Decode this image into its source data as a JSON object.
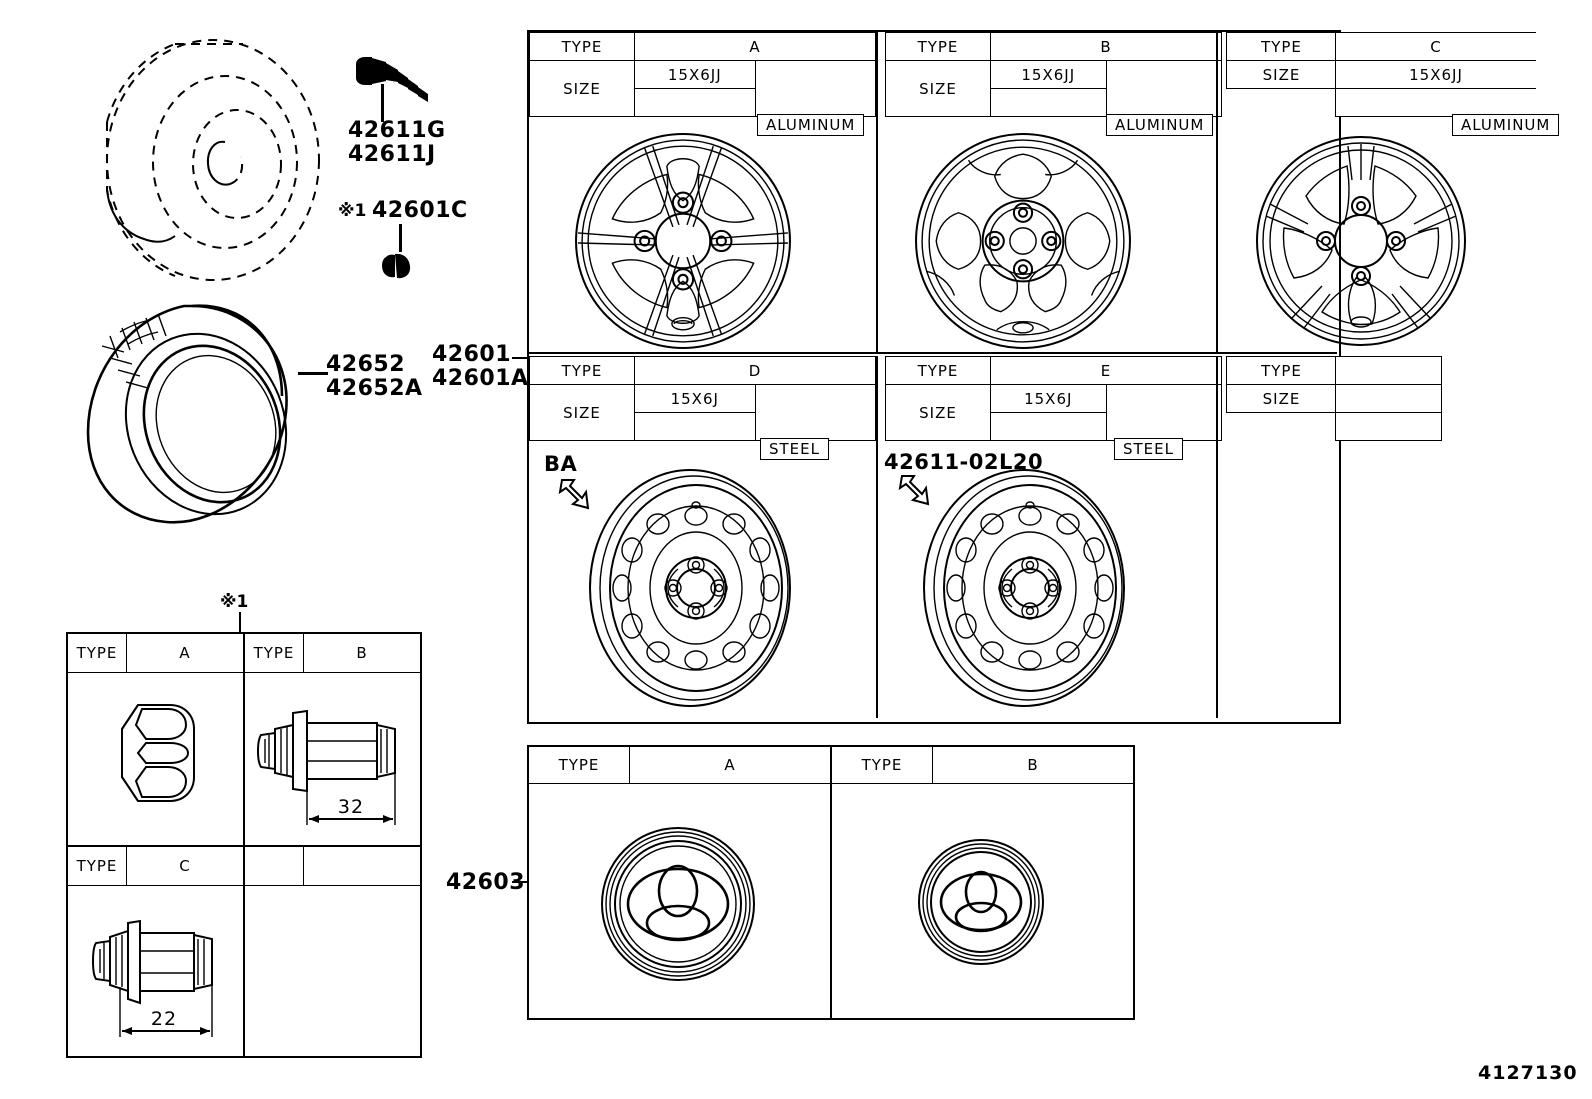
{
  "diagram": {
    "id_label": "4127130",
    "reference_marker": "※1"
  },
  "callouts": {
    "valve_42611G": "42611G",
    "valve_42611J": "42611J",
    "cap_marker": "※1",
    "cap_42601C": "42601C",
    "tire_42652": "42652",
    "tire_42652A": "42652A",
    "wheel_42601": "42601",
    "wheel_42601A": "42601A",
    "steel_wheel_pn": "42611-02L20",
    "arrow_ba": "BA",
    "cap_42603": "42603"
  },
  "labels": {
    "type": "TYPE",
    "size": "SIZE",
    "aluminum": "ALUMINUM",
    "steel": "STEEL"
  },
  "wheel_table": {
    "rows": [
      {
        "cells": [
          {
            "type_label": "TYPE",
            "type_value": "A",
            "size_label": "SIZE",
            "size_value": "15X6JJ",
            "material": "ALUMINUM",
            "wheel_style": "alloy-5spoke"
          },
          {
            "type_label": "TYPE",
            "type_value": "B",
            "size_label": "SIZE",
            "size_value": "15X6JJ",
            "material": "ALUMINUM",
            "wheel_style": "alloy-5hole"
          },
          {
            "type_label": "TYPE",
            "type_value": "C",
            "size_label": "SIZE",
            "size_value": "15X6JJ",
            "material": "ALUMINUM",
            "wheel_style": "alloy-6spoke"
          }
        ]
      },
      {
        "cells": [
          {
            "type_label": "TYPE",
            "type_value": "D",
            "size_label": "SIZE",
            "size_value": "15X6J",
            "material": "STEEL",
            "wheel_style": "steel",
            "arrow_tag": "BA"
          },
          {
            "type_label": "TYPE",
            "type_value": "E",
            "size_label": "SIZE",
            "size_value": "15X6J",
            "material": "STEEL",
            "wheel_style": "steel",
            "arrow_tag": "42611-02L20"
          },
          {
            "type_label": "TYPE",
            "type_value": "",
            "size_label": "SIZE",
            "size_value": "",
            "material": "",
            "wheel_style": "none"
          }
        ]
      }
    ]
  },
  "nut_table": {
    "marker": "※1",
    "cells": [
      {
        "type_label": "TYPE",
        "type_value": "A",
        "dimension": "",
        "style": "hex-nut"
      },
      {
        "type_label": "TYPE",
        "type_value": "B",
        "dimension": "32",
        "style": "long-bolt"
      },
      {
        "type_label": "TYPE",
        "type_value": "C",
        "dimension": "22",
        "style": "short-bolt"
      },
      {
        "type_label": "",
        "type_value": "",
        "dimension": "",
        "style": "empty"
      }
    ]
  },
  "cap_table": {
    "cells": [
      {
        "type_label": "TYPE",
        "type_value": "A",
        "style": "toyota-emblem-large"
      },
      {
        "type_label": "TYPE",
        "type_value": "B",
        "style": "toyota-emblem-small"
      }
    ]
  }
}
